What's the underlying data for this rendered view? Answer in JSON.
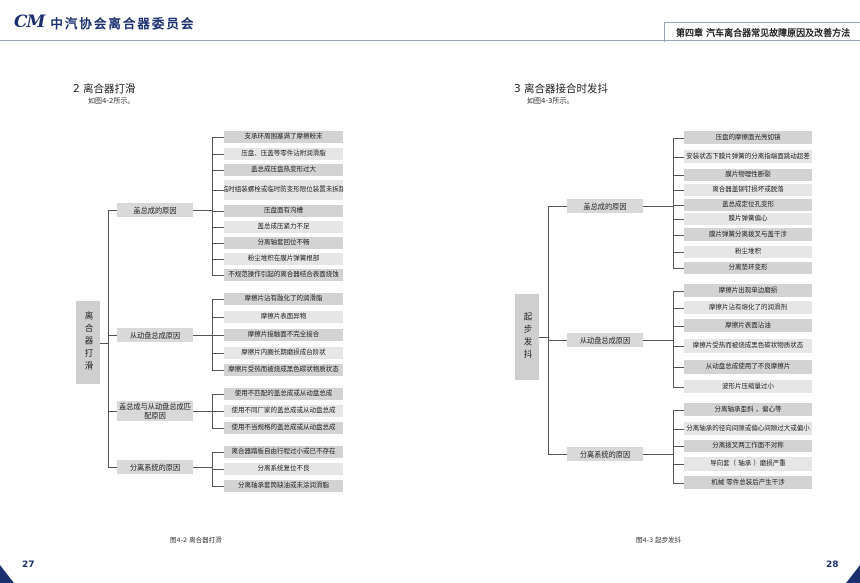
{
  "header": {
    "logo_mark": "CM",
    "logo_text": "中汽协会离合器委员会",
    "chapter": "第四章  汽车离合器常见故障原因及改善方法"
  },
  "left": {
    "title": "2 离合器打滑",
    "subtitle": "如图4-2所示。",
    "root": "离合器打滑",
    "caption": "图4-2 离合器打滑",
    "page_number": "27",
    "categories": [
      "盖总成的原因",
      "从动盘总成原因",
      "盖总成与从动盘总成匹配原因",
      "分离系统的原因"
    ],
    "groups": [
      [
        "支承环周围塞满了摩擦粉末",
        "压盘、压盖等零件沾附润滑脂",
        "盖总成压盘热变形过大",
        "临时组装螺栓或临时防变形限位装置未拆卸",
        "压盘面有沟槽",
        "盖总成压紧力不足",
        "分离轴套回位不畅",
        "粉尘堆积在膜片弹簧根部",
        "不规范操作引起的离合器结合表面烧蚀"
      ],
      [
        "摩擦片沾有融化了的润滑脂",
        "摩擦片表面异物",
        "摩擦片接触面不完全接合",
        "摩擦片内圈长期磨损成台阶状",
        "摩擦片受热而被烧成黑色碳状物质状态"
      ],
      [
        "使用不匹配的盖总成或从动盘总成",
        "使用不同厂家的盖总成或从动盘总成",
        "使用不当规格的盖总成或从动盘总成"
      ],
      [
        "离合器踏板自由行程过小或已不存在",
        "分离系统复位不良",
        "分离轴承套筒缺油或未涂润滑脂"
      ]
    ]
  },
  "right": {
    "title": "3 离合器接合时发抖",
    "subtitle": "如图4-3所示。",
    "root": "起步发抖",
    "caption": "图4-3 起步发抖",
    "page_number": "28",
    "categories": [
      "盖总成的原因",
      "从动盘总成原因",
      "分离系统的原因"
    ],
    "groups": [
      [
        "压盘的摩擦面光亮如镜",
        "安装状态下膜片弹簧的分离指端面跳动超差",
        "膜片物理性断裂",
        "离合器盖铆钉损坏或脱落",
        "盖总成定位孔变形",
        "膜片弹簧偏心",
        "膜片弹簧分离拨叉与盖干涉",
        "粉尘堆积",
        "分离垫环变形"
      ],
      [
        "摩擦片出现单边磨损",
        "摩擦片沾有熔化了的润滑剂",
        "摩擦片表面沾油",
        "摩擦片受热而被烧成黑色碳状物质状态",
        "从动盘总成使用了不良摩擦片",
        "波形片压缩量过小"
      ],
      [
        "分离轴承歪斜 ，偏心等",
        "分离轴承的径向间隙或偏心间隙过大或偏小",
        "分离拨叉两工作面不对称",
        "导向套（ 轴承 ）磨损严重",
        "机械 零件总装后产生干涉"
      ]
    ]
  }
}
